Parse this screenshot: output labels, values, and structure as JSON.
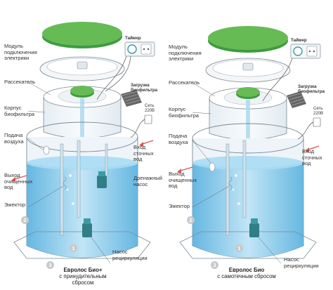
{
  "left": {
    "timer": "Таймер",
    "module": "Модуль\nподключения\nэлектрики",
    "distributor": "Рассекатель",
    "biofilter_load": "Загрузка\nбиофильтра",
    "biofilter_body": "Корпус\nбиофильтра",
    "socket": "Сеть\n220В",
    "air_supply": "Подача\nвоздуха",
    "wastewater_in": "Вход\nсточных\nвод",
    "clean_out": "Выход\nочищенных\nвод",
    "drain_pump": "Дренажный\nнасос",
    "ejector": "Эжектор",
    "recirc_pump": "Насос\nрециркуляции",
    "caption_title": "Евролос Био+",
    "caption_sub": "с принудительным сбросом",
    "step_2": "2",
    "step_3": "3",
    "step_1": "1"
  },
  "right": {
    "timer": "Таймер",
    "module": "Модуль\nподключения\nэлектрики",
    "distributor": "Рассекатель",
    "biofilter_load": "Загрузка\nбиофильтра",
    "biofilter_body": "Корпус\nбиофильтра",
    "socket": "Сеть\n220В",
    "air_supply": "Подача\nвоздуха",
    "wastewater_in": "Вход\nсточных\nвод",
    "clean_out": "Выход\nочищенных\nвод",
    "ejector": "Эжектор",
    "recirc_pump": "Насос\nрециркуляции",
    "caption_title": "Евролос Био",
    "caption_sub": "с самотечным сбросом",
    "step_2": "2",
    "step_3": "3",
    "step_1": "1"
  },
  "colors": {
    "lid_green": "#5cb85c",
    "water_blue": "#8fcbea",
    "tank_outline": "#7a8a96",
    "arrow_red": "#d9534f",
    "pump_teal": "#2f7f86"
  }
}
